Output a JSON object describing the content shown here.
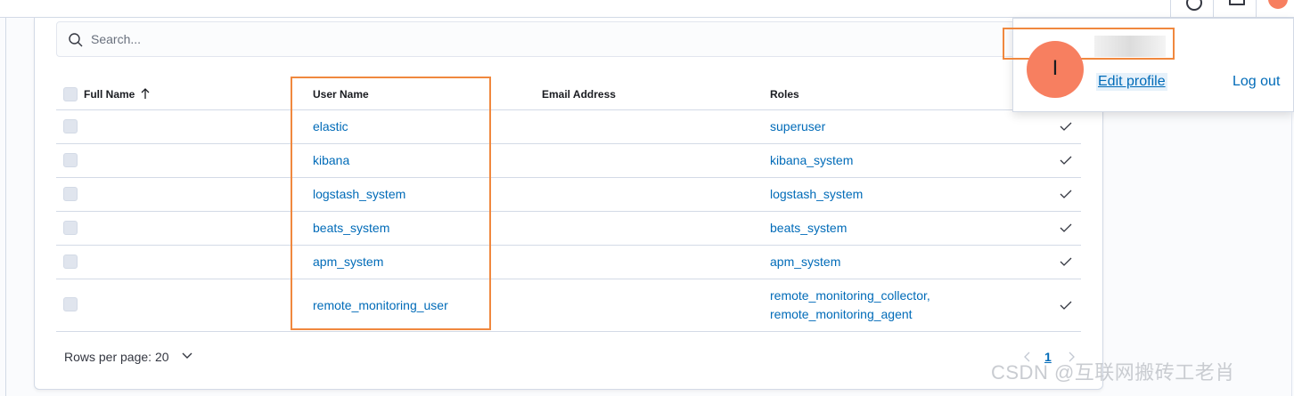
{
  "header": {
    "help_icon": "help-icon",
    "news_icon": "newsfeed-icon",
    "avatar_color": "#f77f60"
  },
  "search": {
    "placeholder": "Search...",
    "value": "",
    "icon": "search-icon"
  },
  "table": {
    "columns": {
      "full_name": "Full Name",
      "user_name": "User Name",
      "email": "Email Address",
      "roles": "Roles"
    },
    "sort": {
      "column": "full_name",
      "direction": "ascending"
    },
    "rows": [
      {
        "full_name": "",
        "user_name": "elastic",
        "email": "",
        "roles": [
          "superuser"
        ],
        "reserved": true
      },
      {
        "full_name": "",
        "user_name": "kibana",
        "email": "",
        "roles": [
          "kibana_system"
        ],
        "reserved": true
      },
      {
        "full_name": "",
        "user_name": "logstash_system",
        "email": "",
        "roles": [
          "logstash_system"
        ],
        "reserved": true
      },
      {
        "full_name": "",
        "user_name": "beats_system",
        "email": "",
        "roles": [
          "beats_system"
        ],
        "reserved": true
      },
      {
        "full_name": "",
        "user_name": "apm_system",
        "email": "",
        "roles": [
          "apm_system"
        ],
        "reserved": true
      },
      {
        "full_name": "",
        "user_name": "remote_monitoring_user",
        "email": "",
        "roles": [
          "remote_monitoring_collector,",
          "remote_monitoring_agent"
        ],
        "reserved": true
      }
    ]
  },
  "pagination": {
    "rows_per_page_label": "Rows per page: 20",
    "current_page": "1"
  },
  "user_popover": {
    "avatar_initial": "I",
    "edit_profile": "Edit profile",
    "log_out": "Log out"
  },
  "watermark": "CSDN @互联网搬砖工老肖",
  "colors": {
    "link": "#006bb8",
    "annotation": "#f0883e",
    "avatar": "#f77f60",
    "border": "#d3dae6"
  }
}
